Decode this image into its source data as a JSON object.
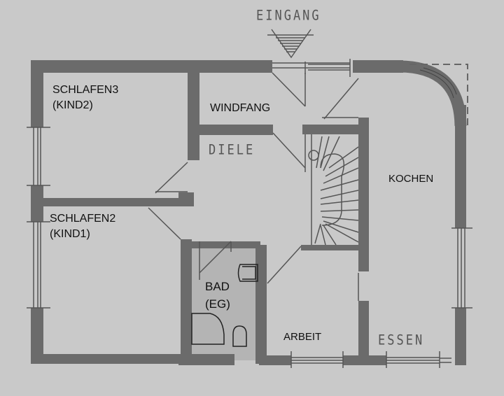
{
  "plan": {
    "entrance_label": "EINGANG",
    "colors": {
      "paper": "#c9c9c9",
      "wall": "#6b6b6b",
      "line": "#555555",
      "bathroom_fill": "#b4b4b4",
      "label_text": "#111111",
      "stencil_text": "#555555"
    },
    "rooms": [
      {
        "id": "schlafen3",
        "name": "SCHLAFEN3",
        "sub": "(KIND2)"
      },
      {
        "id": "windfang",
        "name": "WINDFANG"
      },
      {
        "id": "diele",
        "name": "DIELE"
      },
      {
        "id": "kochen",
        "name": "KOCHEN"
      },
      {
        "id": "schlafen2",
        "name": "SCHLAFEN2",
        "sub": "(KIND1)"
      },
      {
        "id": "bad",
        "name": "BAD",
        "sub": "(EG)"
      },
      {
        "id": "arbeit",
        "name": "ARBEIT"
      },
      {
        "id": "essen",
        "name": "ESSEN"
      }
    ]
  }
}
